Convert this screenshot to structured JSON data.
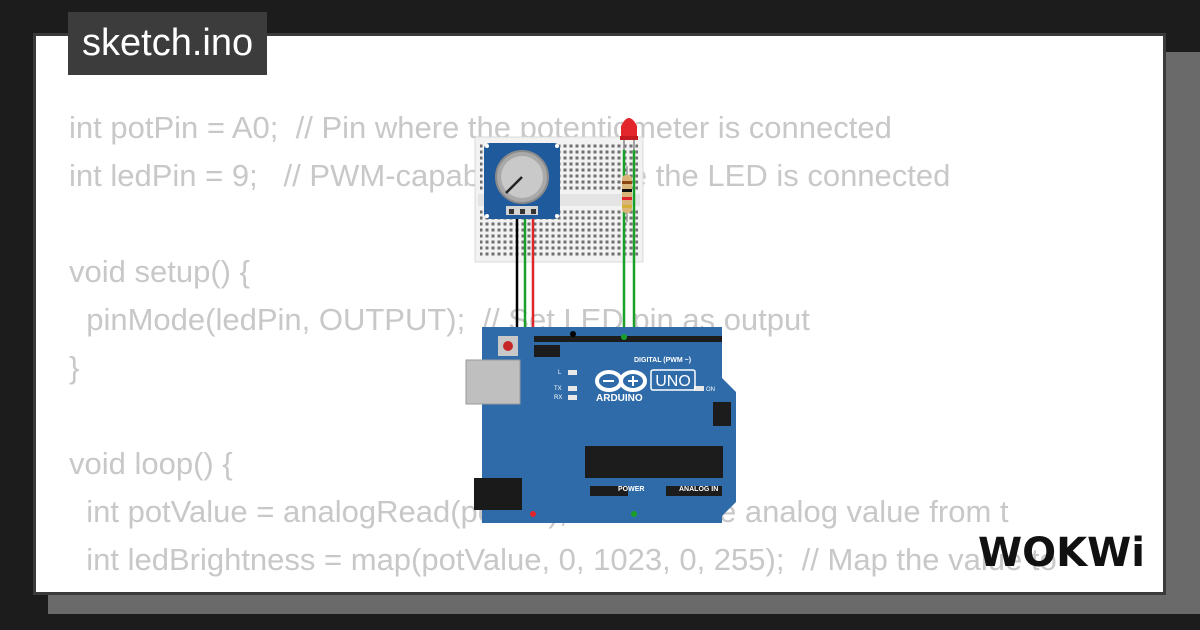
{
  "file": {
    "name": "sketch.ino"
  },
  "code": {
    "lines": [
      "int potPin = A0;  // Pin where the potentiometer is connected",
      "int ledPin = 9;   // PWM-capable pin where the LED is connected",
      "",
      "void setup() {",
      "  pinMode(ledPin, OUTPUT);  // Set LED pin as output",
      "}",
      "",
      "void loop() {",
      "  int potValue = analogRead(potPin);  // Read the analog value from t",
      "  int ledBrightness = map(potValue, 0, 1023, 0, 255);  // Map the value to"
    ]
  },
  "board": {
    "brand": "ARDUINO",
    "model": "UNO",
    "digital_header": "DIGITAL (PWM ~)",
    "analog_header": "ANALOG IN",
    "power_header": "POWER",
    "led_l": "L",
    "led_tx": "TX",
    "led_rx": "RX",
    "led_on": "ON"
  },
  "brand": {
    "logo": "WOKWi"
  },
  "colors": {
    "board": "#2e6ba8",
    "wire_black": "#000000",
    "wire_red": "#e0252b",
    "wire_green": "#1aa028",
    "led": "#e2262b"
  }
}
